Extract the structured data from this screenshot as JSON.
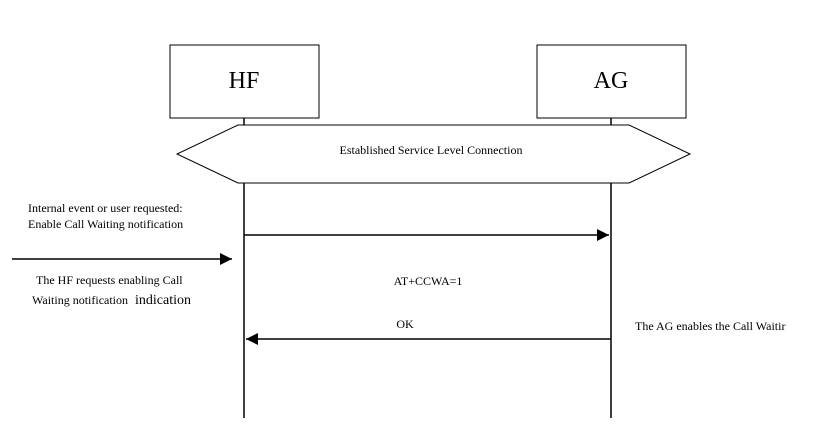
{
  "entities": {
    "left": "HF",
    "right": "AG"
  },
  "connection_banner": "Established Service Level Connection",
  "left_notes": {
    "trigger_line1": "Internal event or user requested:",
    "trigger_line2": "Enable Call Waiting notification",
    "request_line1": "The HF requests enabling Call",
    "request_line2": "Waiting notification",
    "request_line2_suffix": "indication"
  },
  "messages": {
    "command": "AT+CCWA=1",
    "response": "OK"
  },
  "right_note": "The AG enables the Call Waitir"
}
